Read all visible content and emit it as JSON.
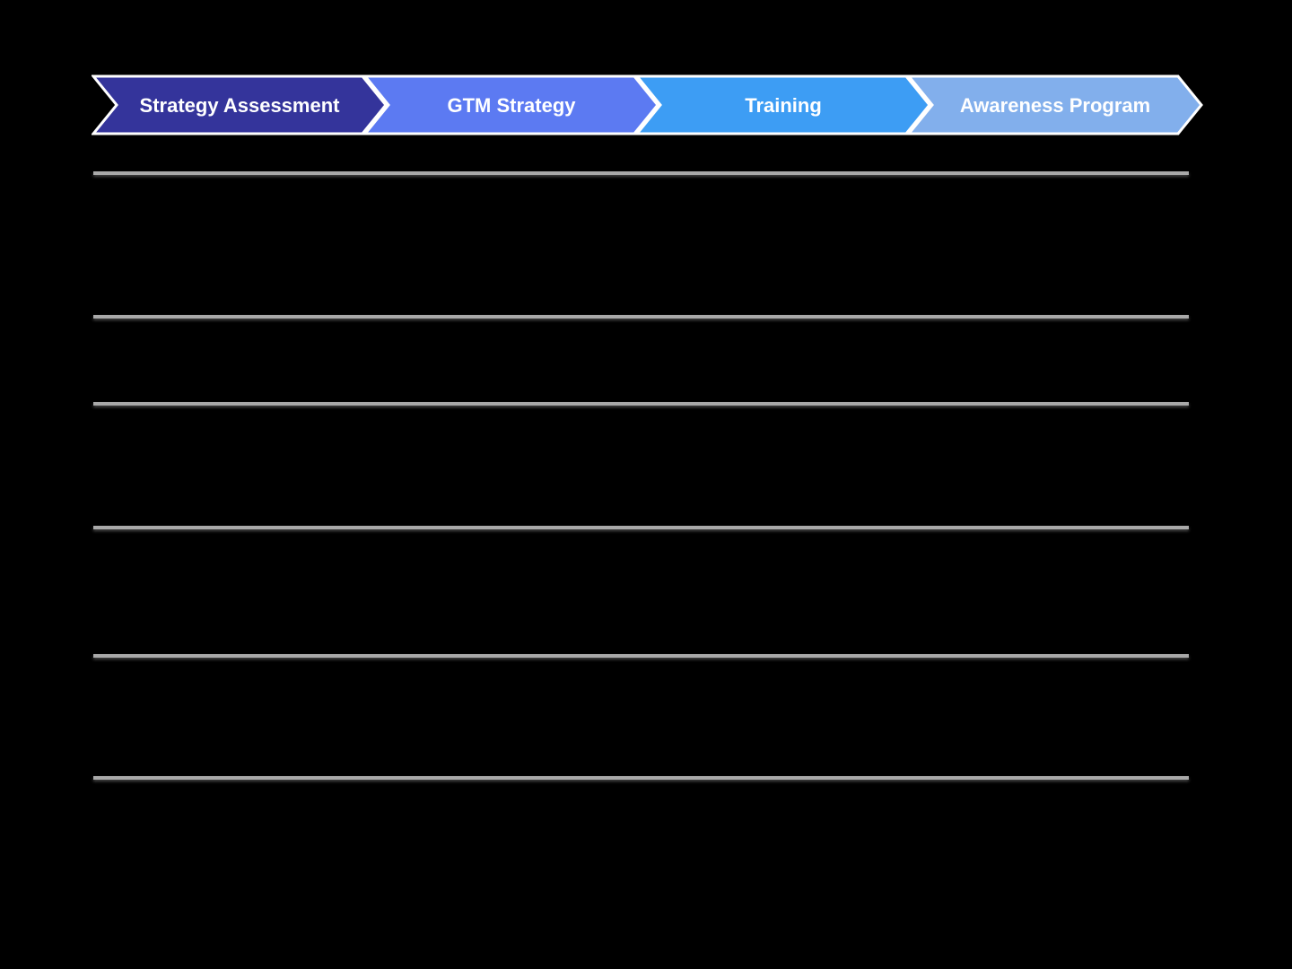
{
  "theme": {
    "background": "#000000",
    "divider": "#A9A9A9",
    "stage_outline": "#FFFFFF",
    "label_color": "#FFFFFF"
  },
  "process": {
    "stages": [
      {
        "label": "Strategy Assessment",
        "color": "#34349B"
      },
      {
        "label": "GTM Strategy",
        "color": "#5C7AF2"
      },
      {
        "label": "Training",
        "color": "#3D9DF4"
      },
      {
        "label": "Awareness Program",
        "color": "#82AFEC"
      }
    ]
  },
  "rows": {
    "divider_count": 6
  }
}
